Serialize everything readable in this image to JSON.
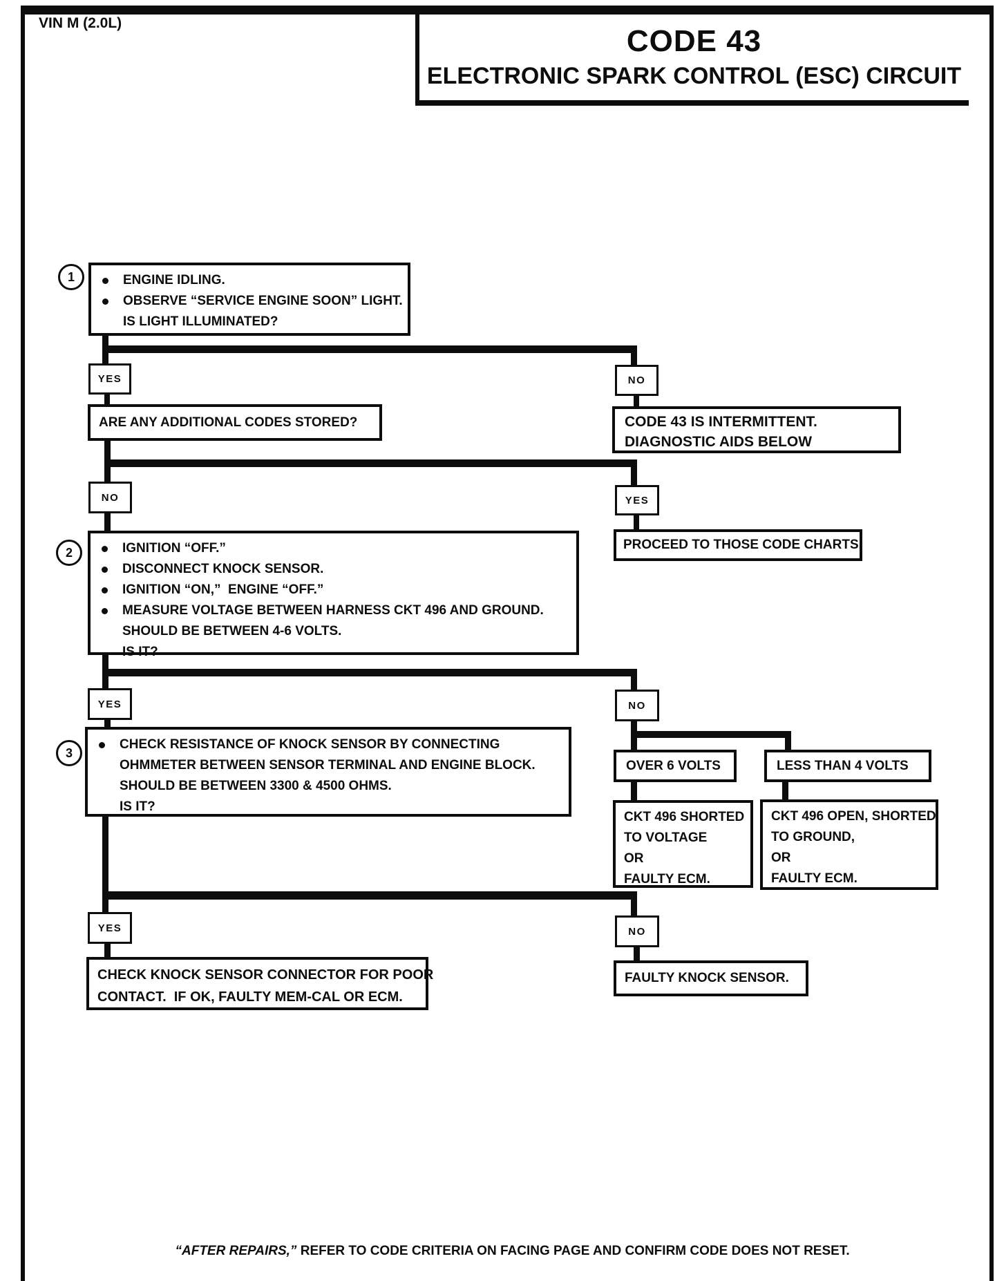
{
  "header": {
    "vin": "VIN M (2.0L)",
    "title": "CODE 43",
    "subtitle": "ELECTRONIC SPARK CONTROL (ESC) CIRCUIT"
  },
  "labels": {
    "yes": "YES",
    "no": "NO"
  },
  "step1": {
    "num": "1",
    "line1": "ENGINE IDLING.",
    "line2": "OBSERVE “SERVICE ENGINE SOON” LIGHT.",
    "line3": "IS LIGHT ILLUMINATED?"
  },
  "q_additional": "ARE ANY ADDITIONAL CODES STORED?",
  "intermittent": {
    "line1": "CODE 43 IS INTERMITTENT.",
    "line2": "DIAGNOSTIC AIDS BELOW"
  },
  "proceed": "PROCEED TO THOSE CODE CHARTS.",
  "step2": {
    "num": "2",
    "line1": "IGNITION “OFF.”",
    "line2": "DISCONNECT KNOCK SENSOR.",
    "line3": "IGNITION “ON,”  ENGINE “OFF.”",
    "line4": "MEASURE VOLTAGE BETWEEN HARNESS CKT 496 AND GROUND.",
    "line5": "SHOULD BE BETWEEN 4-6 VOLTS.",
    "line6": "IS IT?"
  },
  "step3": {
    "num": "3",
    "line1": "CHECK RESISTANCE OF KNOCK SENSOR BY CONNECTING",
    "line2": "OHMMETER BETWEEN SENSOR TERMINAL AND ENGINE BLOCK.",
    "line3": "SHOULD BE BETWEEN 3300 & 4500 OHMS.",
    "line4": "IS IT?"
  },
  "over6": "OVER 6 VOLTS",
  "less4": "LESS THAN 4 VOLTS",
  "ckt_shorted": {
    "line1": "CKT 496 SHORTED",
    "line2": "TO VOLTAGE",
    "line3": "OR",
    "line4": "FAULTY ECM."
  },
  "ckt_open": {
    "line1": "CKT 496 OPEN, SHORTED",
    "line2": "TO GROUND,",
    "line3": "OR",
    "line4": "FAULTY ECM."
  },
  "check_connector": {
    "line1": "CHECK KNOCK SENSOR CONNECTOR FOR POOR",
    "line2": "CONTACT.  IF OK, FAULTY MEM-CAL OR ECM."
  },
  "faulty_knock": "FAULTY KNOCK SENSOR.",
  "footer": {
    "italic": "“AFTER REPAIRS,”",
    "rest": " REFER TO CODE CRITERIA ON FACING PAGE AND CONFIRM CODE DOES NOT RESET."
  }
}
